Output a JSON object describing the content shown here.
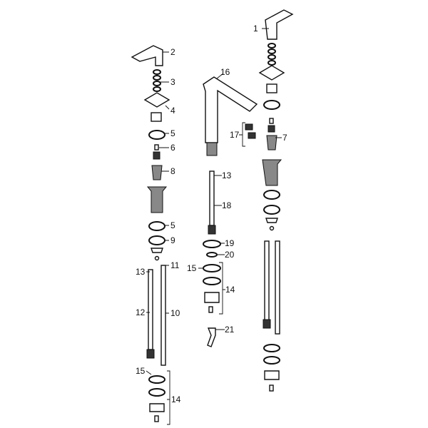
{
  "diagram": {
    "type": "exploded parts diagram",
    "labels": {
      "l1": "1",
      "l2": "2",
      "l3": "3",
      "l4": "4",
      "l5a": "5",
      "l6": "6",
      "l8": "8",
      "l5b": "5",
      "l9": "9",
      "l11": "11",
      "l13a": "13",
      "l12": "12",
      "l10": "10",
      "l15a": "15",
      "l14a": "14",
      "l16": "16",
      "l17": "17",
      "l7": "7",
      "l13b": "13",
      "l18": "18",
      "l19": "19",
      "l20": "20",
      "l15b": "15",
      "l14b": "14",
      "l21": "21"
    }
  }
}
